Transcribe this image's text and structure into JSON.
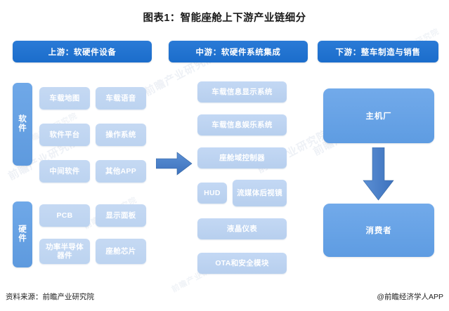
{
  "chart": {
    "title": "图表1：智能座舱上下游产业链细分",
    "source_label": "资料来源：前瞻产业研究院",
    "credit_label": "@前瞻经济学人APP",
    "watermark_text": "前瞻产业研究院"
  },
  "columns": {
    "upstream": {
      "header": "上游：软硬件设备",
      "groups": [
        {
          "label": "软件",
          "items": [
            "车载地图",
            "车载语音",
            "软件平台",
            "操作系统",
            "中间软件",
            "其他APP"
          ]
        },
        {
          "label": "硬件",
          "items": [
            "PCB",
            "显示面板",
            "功率半导体器件",
            "座舱芯片"
          ]
        }
      ]
    },
    "midstream": {
      "header": "中游：软硬件系统集成",
      "items": [
        "车载信息显示系统",
        "车载信息娱乐系统",
        "座舱域控制器",
        "HUD",
        "流媒体后视镜",
        "液晶仪表",
        "OTA和安全模块"
      ]
    },
    "downstream": {
      "header": "下游：整车制造与销售",
      "items": [
        "主机厂",
        "消费者"
      ]
    }
  },
  "arrows": {
    "upstream_to_midstream": "arrow-right",
    "oem_to_consumer": "arrow-down"
  },
  "colors": {
    "header_blue": "#1b6dcb",
    "box_light_blue": "#bcd3f0",
    "big_box_blue": "#5e9ce2",
    "arrow_blue": "#4a80c8",
    "text_white": "#ffffff",
    "text_dark": "#1a1a1a"
  }
}
